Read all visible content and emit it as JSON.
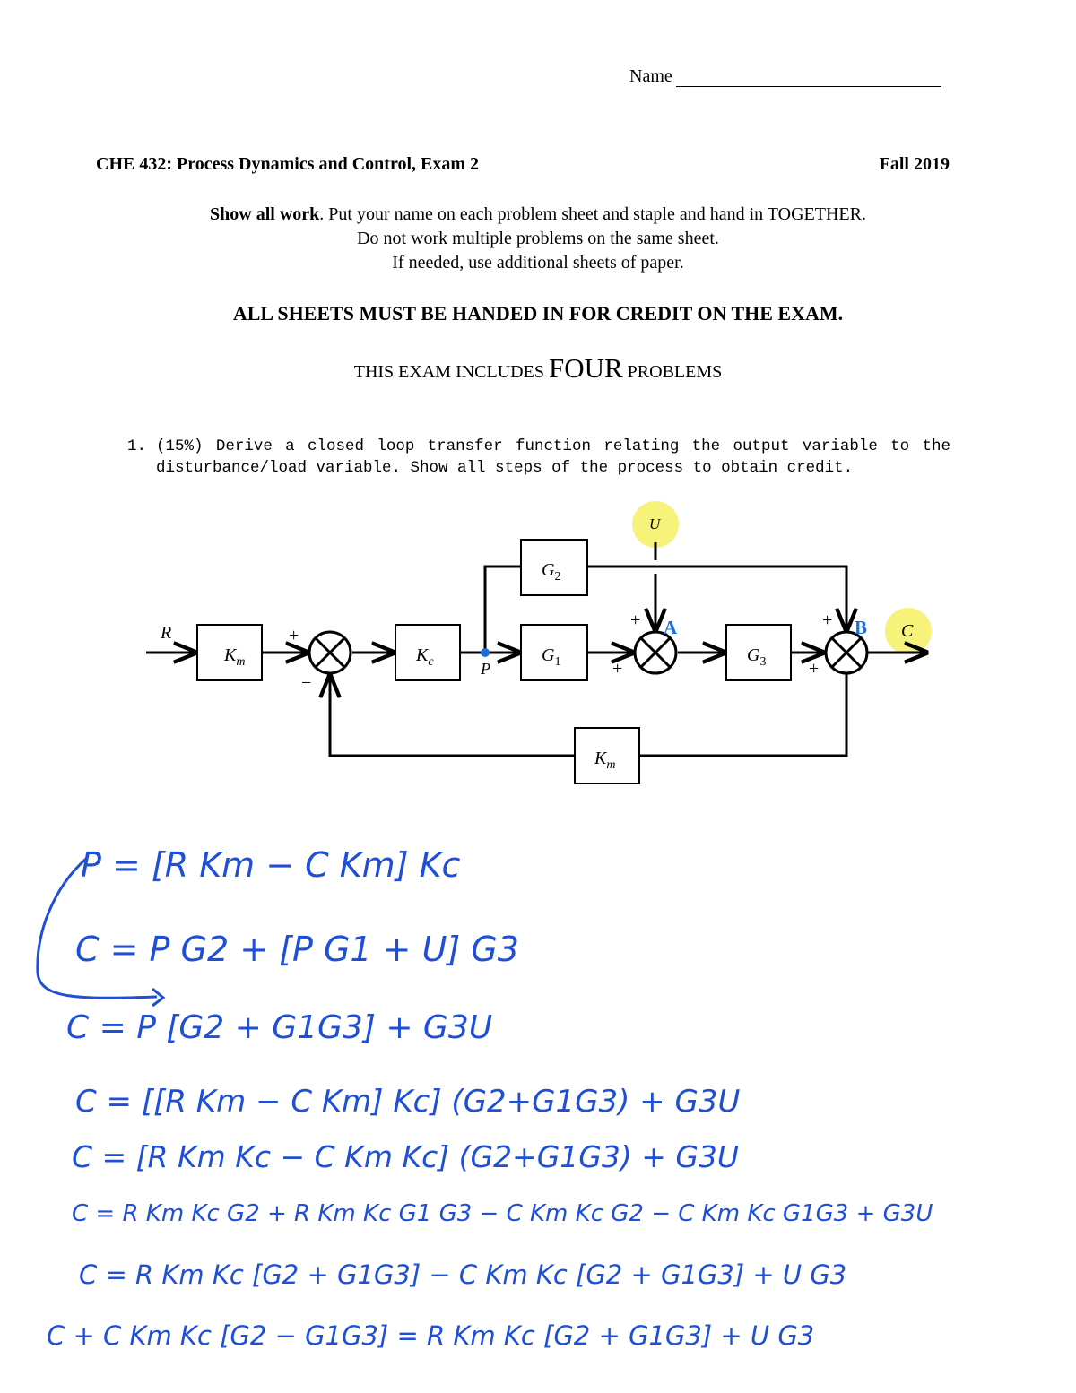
{
  "header": {
    "name_label": "Name",
    "course_title": "CHE 432:  Process Dynamics and Control, Exam 2",
    "term": "Fall 2019"
  },
  "instructions": {
    "bold_lead": "Show all work",
    "line1_rest": ".  Put your name on each problem sheet and staple and hand in TOGETHER.",
    "line2": "Do not work multiple problems on the same sheet.",
    "line3": "If needed, use additional sheets of paper."
  },
  "notice": "ALL SHEETS MUST BE HANDED IN FOR CREDIT ON THE EXAM.",
  "count_line": {
    "before": "THIS EXAM INCLUDES",
    "big": "FOUR",
    "after": "PROBLEMS"
  },
  "problem1": {
    "number": "1.",
    "text": "(15%)  Derive a closed loop transfer function relating the output variable to the disturbance/load variable.  Show all steps of the process to obtain credit."
  },
  "diagram": {
    "input": "R",
    "output": "C",
    "disturbance": "U",
    "node_p": "P",
    "node_a": "A",
    "node_b": "B",
    "blocks": {
      "km_forward": "K",
      "km_sub": "m",
      "kc": "K",
      "kc_sub": "c",
      "g1": "G",
      "g1_sub": "1",
      "g2": "G",
      "g2_sub": "2",
      "g3": "G",
      "g3_sub": "3",
      "km_feedback": "K",
      "km_feedback_sub": "m"
    },
    "signs": {
      "plus": "+",
      "minus": "−"
    },
    "highlight_color": "#f7f27a",
    "annotation_color": "#1a6fe0"
  },
  "handwritten_work": {
    "ink_color": "#1f4fd6",
    "lines": [
      "P = [R Km − C Km] Kc",
      "C = P G2 + [P G1 + U] G3",
      "C = P [G2 + G1G3] + G3U",
      "C = [[R Km − C Km] Kc] (G2+G1G3) + G3U",
      "C = [R Km Kc − C Km Kc] (G2+G1G3) + G3U",
      "C = R Km Kc G2 + R Km Kc G1 G3 − C Km Kc G2 − C Km Kc G1G3 + G3U",
      "C = R Km Kc [G2 + G1G3] − C Km Kc [G2 + G1G3] + U G3",
      "C + C Km Kc [G2 − G1G3] = R Km Kc [G2 + G1G3] + U G3"
    ]
  }
}
